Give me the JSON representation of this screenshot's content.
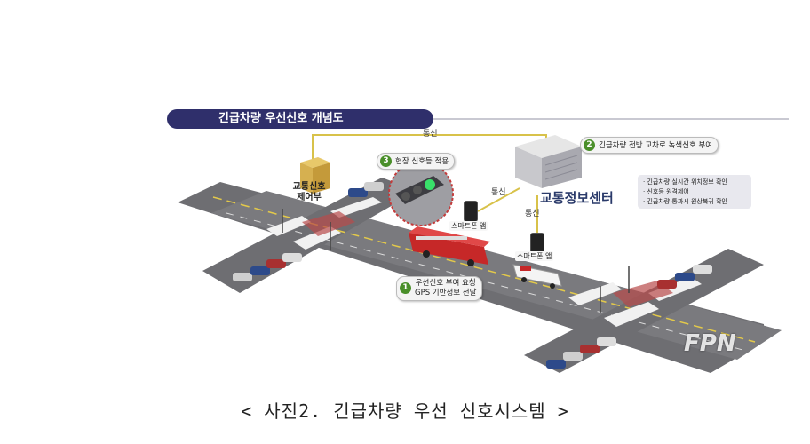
{
  "diagram": {
    "title": "긴급차량 우선신호 개념도",
    "comm_top": "통신",
    "comm_left": "통신",
    "comm_down": "통신",
    "control_unit": "교통신호\n제어부",
    "center_label": "교통정보센터",
    "step1_num": "1",
    "step1_line1": "우선신호 부여 요청",
    "step1_line2": "GPS 기반정보 전달",
    "step2_num": "2",
    "step2_text": "긴급차량 전방 교차로 녹색신호 부여",
    "step3_num": "3",
    "step3_text": "현장 신호등 적용",
    "center_info": [
      "· 긴급차량 실시간 위치정보 확인",
      "· 신호등 원격제어",
      "· 긴급차량 통과시 원상복귀 확인"
    ],
    "smartphone_app_1": "스마트폰 앱",
    "smartphone_app_2": "스마트폰 앱",
    "watermark": "FPN"
  },
  "caption": "< 사진2. 긴급차량 우선 신호시스템 >"
}
